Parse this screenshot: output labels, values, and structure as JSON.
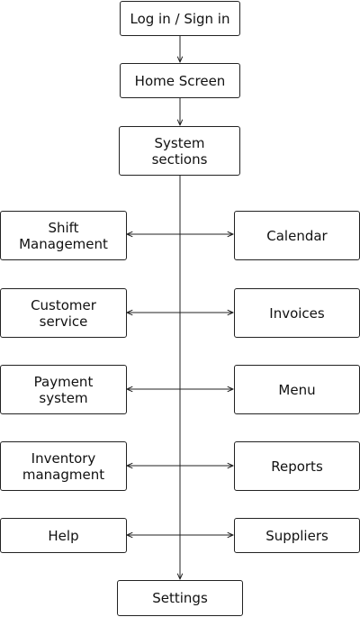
{
  "diagram": {
    "login": "Log in / Sign in",
    "home": "Home Screen",
    "sections": "System\nsections",
    "left": [
      "Shift\nManagement",
      "Customer\nservice",
      "Payment\nsystem",
      "Inventory\nmanagment",
      "Help"
    ],
    "right": [
      "Calendar",
      "Invoices",
      "Menu",
      "Reports",
      "Suppliers"
    ],
    "settings": "Settings"
  }
}
